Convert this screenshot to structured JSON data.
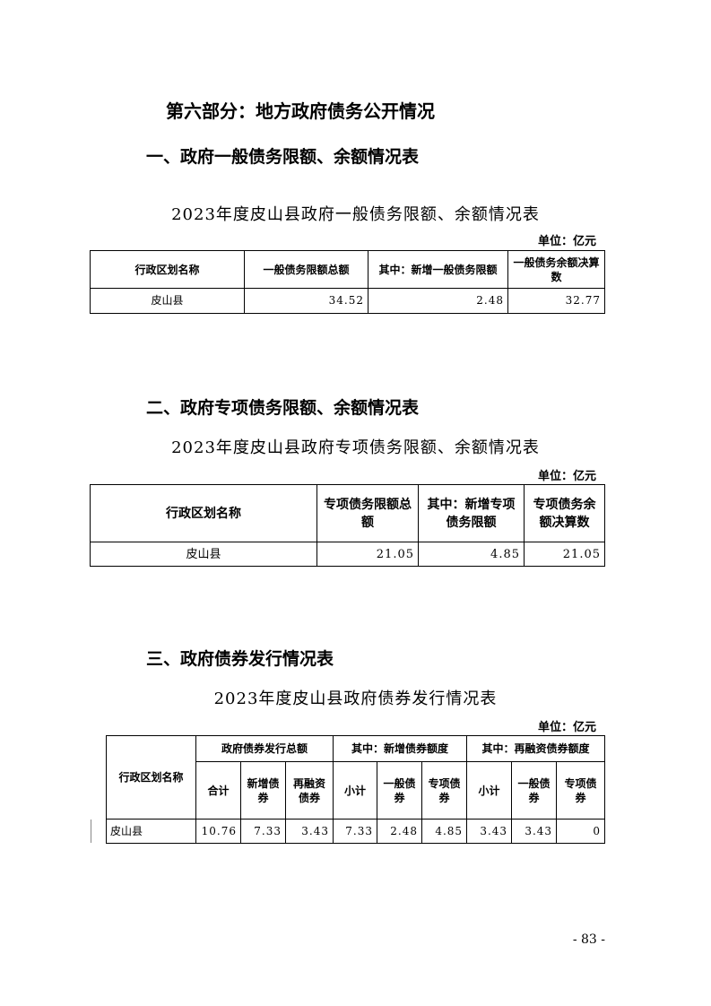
{
  "part_title": "第六部分：地方政府债务公开情况",
  "sections": [
    {
      "heading": "一、政府一般债务限额、余额情况表",
      "table_title": "2023年度皮山县政府一般债务限额、余额情况表",
      "unit": "单位：亿元",
      "headers": [
        "行政区划名称",
        "一般债务限额总额",
        "其中：新增一般债务限额",
        "一般债务余额决算数"
      ],
      "row": [
        "皮山县",
        "34.52",
        "2.48",
        "32.77"
      ]
    },
    {
      "heading": "二、政府专项债务限额、余额情况表",
      "table_title": "2023年度皮山县政府专项债务限额、余额情况表",
      "unit": "单位：亿元",
      "headers": [
        "行政区划名称",
        "专项债务限额总额",
        "其中：新增专项债务限额",
        "专项债务余额决算数"
      ],
      "row": [
        "皮山县",
        "21.05",
        "4.85",
        "21.05"
      ]
    },
    {
      "heading": "三、政府债券发行情况表",
      "table_title": "2023年度皮山县政府债券发行情况表",
      "unit": "单位：亿元",
      "headers": [
        "行政区划名称",
        "政府债券发行总额",
        "其中：新增债券额度",
        "其中：再融资债券额度"
      ],
      "subheaders": [
        "合计",
        "新增债券",
        "再融资债券",
        "小计",
        "一般债券",
        "专项债券",
        "小计",
        "一般债券",
        "专项债券"
      ],
      "row": [
        "皮山县",
        "10.76",
        "7.33",
        "3.43",
        "7.33",
        "2.48",
        "4.85",
        "3.43",
        "3.43",
        "0"
      ]
    }
  ],
  "page_number": "- 83 -"
}
